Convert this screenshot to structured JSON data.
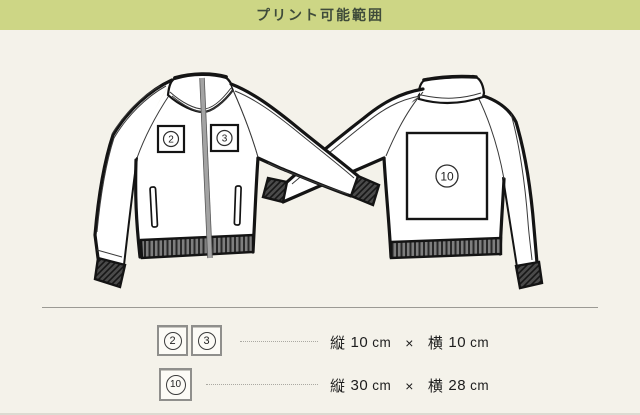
{
  "header": {
    "title": "プリント可能範囲"
  },
  "colors": {
    "header_bg": "#cdd685",
    "header_text": "#3f4b3a",
    "page_bg": "#f4f2ea",
    "outline": "#141414",
    "rib_gray": "#808080",
    "cuff_dark": "#454545",
    "zipper_gray": "#a3a3a3"
  },
  "illustration": {
    "front_jacket": {
      "view": "front",
      "areas": [
        {
          "label": "2"
        },
        {
          "label": "3"
        }
      ]
    },
    "back_jacket": {
      "view": "back",
      "areas": [
        {
          "label": "10"
        }
      ]
    }
  },
  "legend": {
    "rows": [
      {
        "keys": [
          "2",
          "3"
        ],
        "v_label": "縦",
        "v_value": "10",
        "v_unit": "cm",
        "times": "×",
        "h_label": "横",
        "h_value": "10",
        "h_unit": "cm"
      },
      {
        "keys": [
          "10"
        ],
        "v_label": "縦",
        "v_value": "30",
        "v_unit": "cm",
        "times": "×",
        "h_label": "横",
        "h_value": "28",
        "h_unit": "cm"
      }
    ]
  }
}
